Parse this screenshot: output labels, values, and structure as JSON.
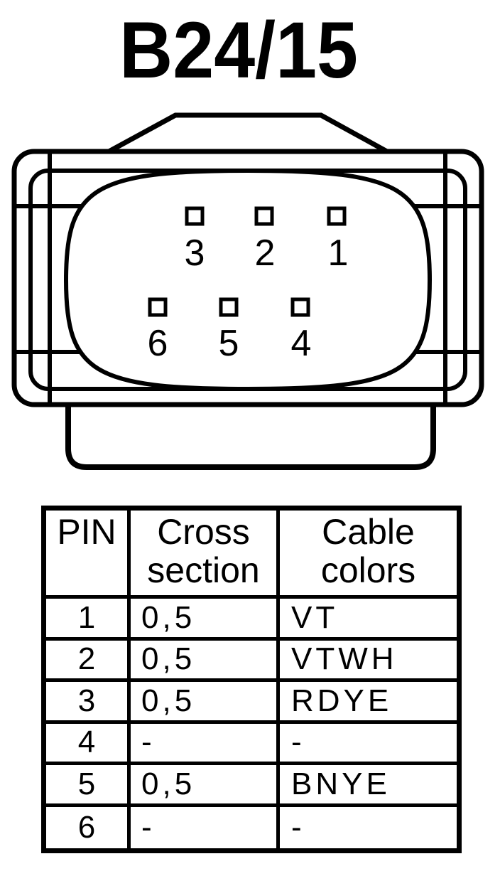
{
  "title": "B24/15",
  "connector": {
    "pins": [
      {
        "label": "3"
      },
      {
        "label": "2"
      },
      {
        "label": "1"
      },
      {
        "label": "6"
      },
      {
        "label": "5"
      },
      {
        "label": "4"
      }
    ]
  },
  "table": {
    "columns": [
      {
        "label": "PIN"
      },
      {
        "label": "Cross section"
      },
      {
        "label": "Cable colors"
      }
    ],
    "rows": [
      {
        "pin": "1",
        "cross_section": "0,5",
        "cable_color": "VT"
      },
      {
        "pin": "2",
        "cross_section": "0,5",
        "cable_color": "VTWH"
      },
      {
        "pin": "3",
        "cross_section": "0,5",
        "cable_color": "RDYE"
      },
      {
        "pin": "4",
        "cross_section": "-",
        "cable_color": "-"
      },
      {
        "pin": "5",
        "cross_section": "0,5",
        "cable_color": "BNYE"
      },
      {
        "pin": "6",
        "cross_section": "-",
        "cable_color": "-"
      }
    ]
  },
  "colors": {
    "line": "#000000",
    "background": "#ffffff"
  }
}
